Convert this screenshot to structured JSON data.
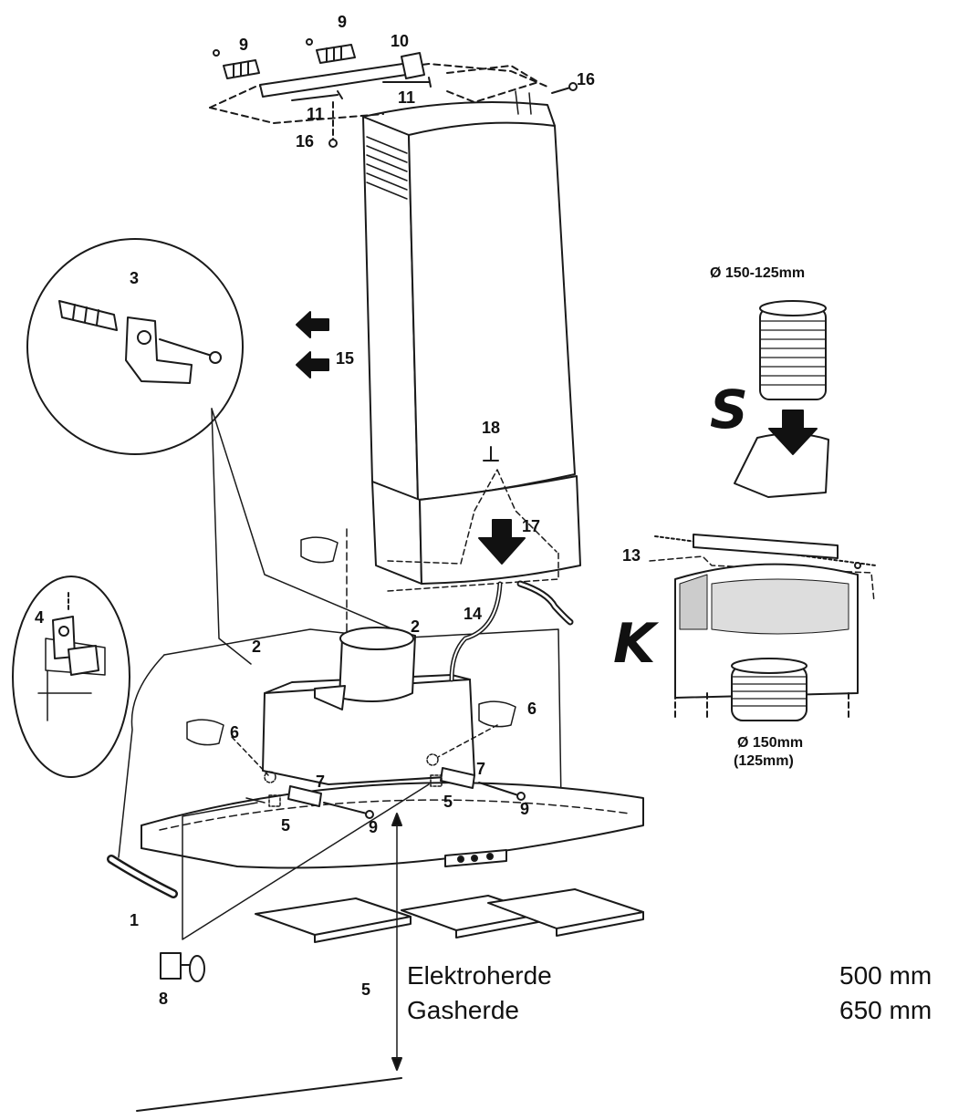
{
  "labels": {
    "n1": "1",
    "n2a": "2",
    "n2b": "2",
    "n3": "3",
    "n4": "4",
    "n5a": "5",
    "n5b": "5",
    "n5c": "5",
    "n6a": "6",
    "n6b": "6",
    "n7a": "7",
    "n7b": "7",
    "n8": "8",
    "n9a": "9",
    "n9b": "9",
    "n9c": "9",
    "n9d": "9",
    "n10": "10",
    "n11a": "11",
    "n11b": "11",
    "n13": "13",
    "n14": "14",
    "n15": "15",
    "n16a": "16",
    "n16b": "16",
    "n17": "17",
    "n18": "18"
  },
  "variants": {
    "S": "S",
    "K": "K"
  },
  "dimensions": {
    "duct_s": "Ø 150-125mm",
    "duct_k": "Ø 150mm",
    "duct_k_alt": "(125mm)"
  },
  "distance_table": [
    {
      "label": "Elektroherde",
      "value": "500 mm"
    },
    {
      "label": "Gasherde",
      "value": "650 mm"
    }
  ]
}
